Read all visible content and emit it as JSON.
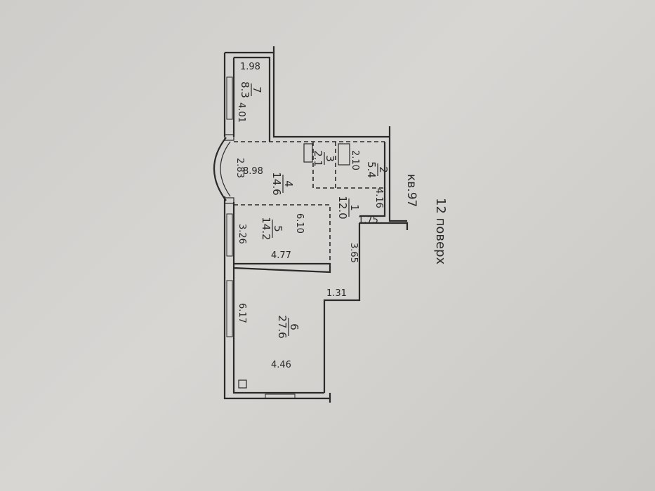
{
  "floor_label": "12 поверх",
  "apartment_label": "кв.97",
  "rooms": [
    {
      "number": "1",
      "area": "12.0"
    },
    {
      "number": "2",
      "area": "5.4"
    },
    {
      "number": "3",
      "area": "2.1"
    },
    {
      "number": "4",
      "area": "14.6"
    },
    {
      "number": "5",
      "area": "14.2"
    },
    {
      "number": "6",
      "area": "27.6"
    },
    {
      "number": "7",
      "area": "8.3"
    }
  ],
  "dimensions": {
    "d1_98": "1.98",
    "d4_01": "4.01",
    "d2_83": "2.83",
    "d8_98": "8.98",
    "d2_10": "2.10",
    "d4_16": "4.16",
    "d1_75": "1.75",
    "d6_10": "6.10",
    "d3_26": "3.26",
    "d4_77": "4.77",
    "d3_65": "3.65",
    "d1_31": "1.31",
    "d6_17": "6.17",
    "d4_46": "4.46"
  }
}
